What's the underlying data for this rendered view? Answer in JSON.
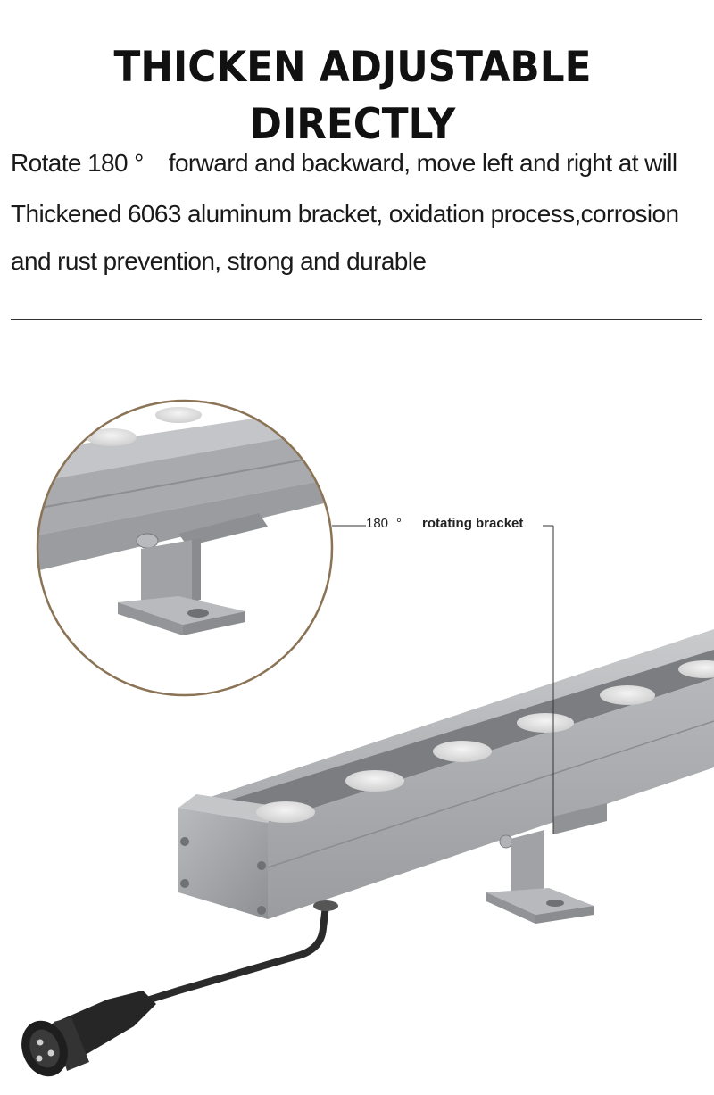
{
  "headline": "THICKEN ADJUSTABLE DIRECTLY",
  "description": {
    "line1_a": "Rotate 180 °",
    "line1_b": "forward and backward, move left and right at will",
    "line2": "Thickened 6063 aluminum bracket, oxidation process,corrosion",
    "line3": "and rust prevention, strong and durable"
  },
  "callout": {
    "angle": "180",
    "degree": "°",
    "label": "rotating bracket"
  },
  "colors": {
    "text": "#111111",
    "circle_border": "#8b7355",
    "aluminum": "#a9abad",
    "aluminum_dark": "#8d8f92",
    "lens": "#e8e8e8",
    "cable": "#2b2b2b"
  }
}
